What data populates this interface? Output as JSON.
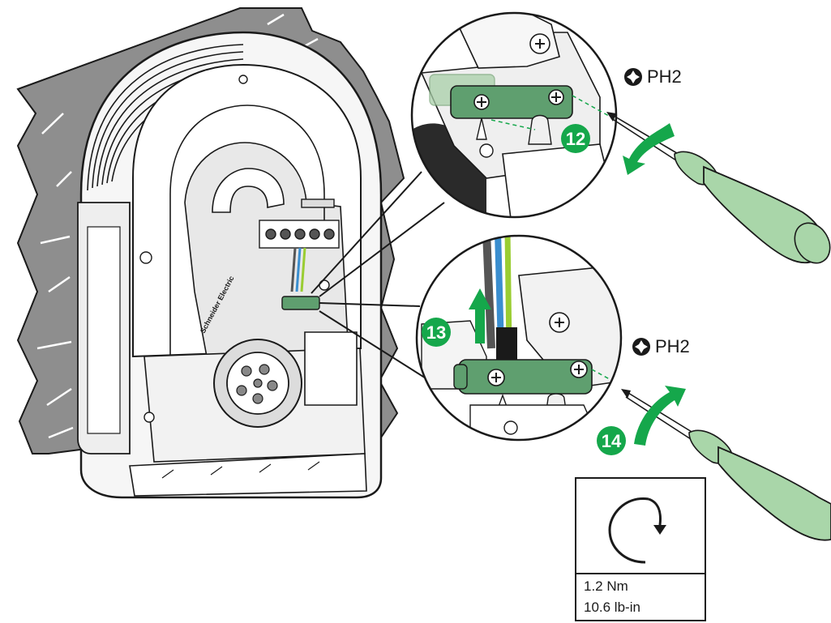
{
  "steps": [
    "12",
    "13",
    "14"
  ],
  "tool": {
    "label": "PH2",
    "icon": "phillips-screwdriver-icon"
  },
  "brand": "Schneider Electric",
  "torque": {
    "icon": "clockwise-rotation-icon",
    "metric": "1.2 Nm",
    "imperial": "10.6 lb-in"
  },
  "colors": {
    "accent_green": "#15a74b",
    "part_green": "#5f9f6f",
    "screwdriver_green": "#a9d6a9",
    "line": "#1a1a1a",
    "wall": "#8e8e8e"
  }
}
